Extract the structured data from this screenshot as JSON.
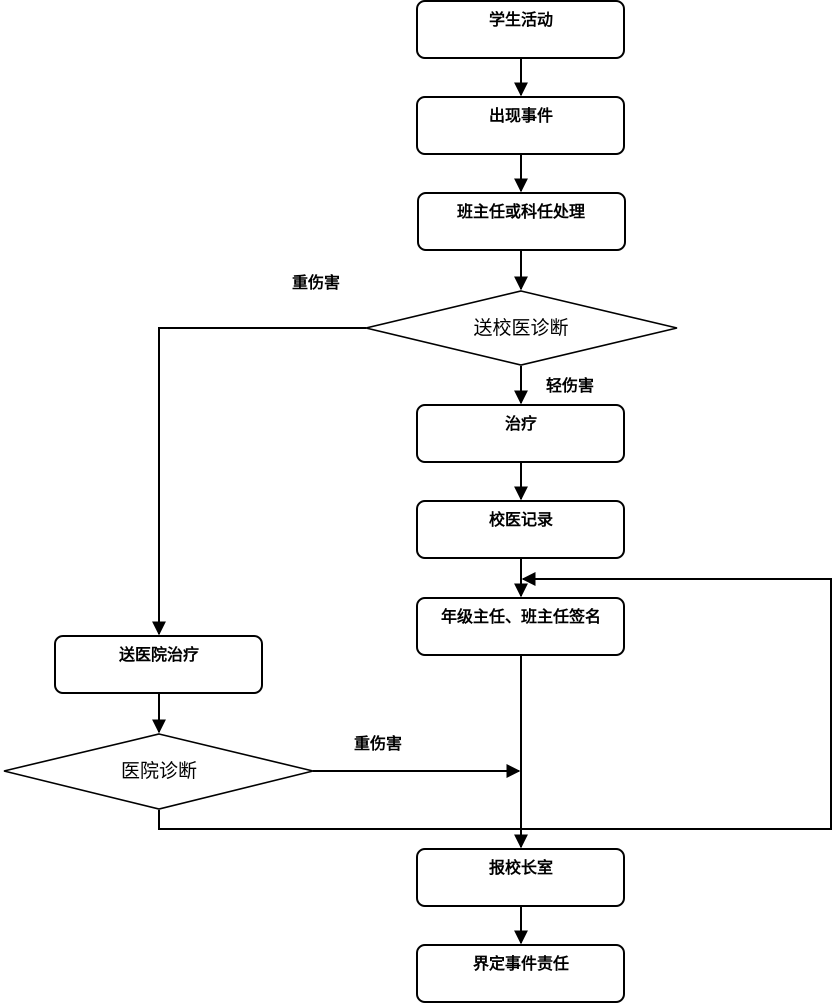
{
  "nodes": {
    "student_activity": "学生活动",
    "incident": "出现事件",
    "teacher_handle": "班主任或科任处理",
    "school_doctor_diagnosis": "送校医诊断",
    "treatment": "治疗",
    "doctor_record": "校医记录",
    "sign_off": "年级主任、班主任签名",
    "hospital_treatment": "送医院治疗",
    "hospital_diagnosis": "医院诊断",
    "report_principal": "报校长室",
    "define_responsibility": "界定事件责任"
  },
  "edge_labels": {
    "serious_injury_top": "重伤害",
    "minor_injury": "轻伤害",
    "serious_injury_bottom": "重伤害"
  },
  "colors": {
    "stroke": "#000000",
    "fill": "#ffffff"
  }
}
